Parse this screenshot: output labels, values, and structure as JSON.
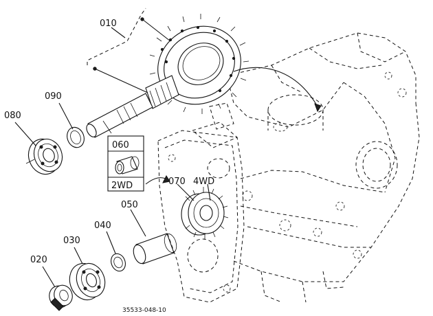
{
  "diagram": {
    "parts": {
      "p010": "010",
      "p020": "020",
      "p030": "030",
      "p040": "040",
      "p050": "050",
      "p060": "060",
      "p070": "070",
      "p080": "080",
      "p090": "090"
    },
    "notes": {
      "box_2wd": "2WD",
      "variant_4wd": "4WD"
    },
    "drawing_number": "35533-048-10"
  }
}
